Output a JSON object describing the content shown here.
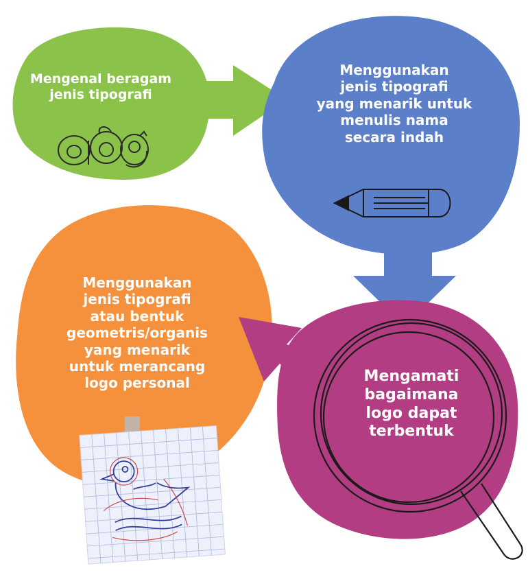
{
  "steps": {
    "step1": {
      "lines": [
        "Mengenal beragam",
        "jenis tipografi"
      ]
    },
    "step2": {
      "lines": [
        "Menggunakan",
        "jenis tipografi",
        "yang menarik untuk",
        "menulis nama",
        "secara indah"
      ]
    },
    "step3": {
      "lines": [
        "Mengamati",
        "bagaimana",
        "logo dapat",
        "terbentuk"
      ]
    },
    "step4": {
      "lines": [
        "Menggunakan",
        "jenis tipografi",
        "atau bentuk",
        "geometris/organis",
        "yang menarik",
        "untuk merancang",
        "logo personal"
      ]
    }
  },
  "colors": {
    "green": "#8bc34a",
    "blue": "#5c7fc9",
    "magenta": "#b23d83",
    "orange": "#f5913c"
  },
  "icons": {
    "step1": "aag-letters-icon",
    "step2": "pencil-icon",
    "step3": "magnifying-glass-icon",
    "step4": "duck-logo-sketch-icon"
  }
}
